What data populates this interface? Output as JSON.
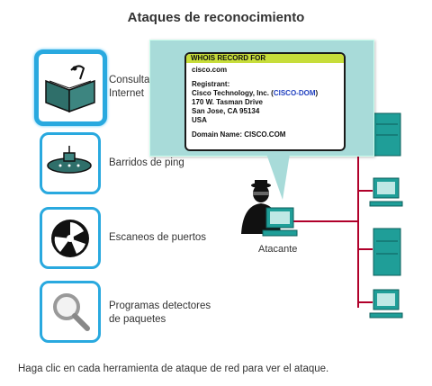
{
  "title": "Ataques de reconocimiento",
  "tools": [
    {
      "label": "Consulta de información de Internet",
      "icon": "book-icon"
    },
    {
      "label": "Barridos de ping",
      "icon": "submarine-icon"
    },
    {
      "label": "Escaneos de puertos",
      "icon": "port-scan-icon"
    },
    {
      "label": "Programas detectores de paquetes",
      "icon": "magnifier-icon"
    }
  ],
  "tool_label_lines": {
    "info_query_1": "Consulta",
    "info_query_2": "Internet",
    "ping_sweep": "Barridos de ping",
    "port_scan": "Escaneos de puertos",
    "sniffer_1": "Programas detectores",
    "sniffer_2": "de paquetes"
  },
  "whois": {
    "header": "WHOIS RECORD FOR",
    "domain": "cisco.com",
    "registrant_label": "Registrant:",
    "registrant_name": "Cisco Technology, Inc. (",
    "registrant_handle": "CISCO-DOM",
    "registrant_close": ")",
    "address_1": "170 W. Tasman Drive",
    "address_2": "San Jose, CA 95134",
    "country": "USA",
    "domain_name_line": "Domain Name: CISCO.COM"
  },
  "attacker_label": "Atacante",
  "instruction": "Haga clic en cada herramienta de ataque de red para ver el ataque.",
  "colors": {
    "card_border": "#29a9df",
    "popup_bg": "#a8dbd9",
    "whois_header": "#c7dd3a",
    "network_line": "#b0002a",
    "device": "#1f9e98"
  }
}
